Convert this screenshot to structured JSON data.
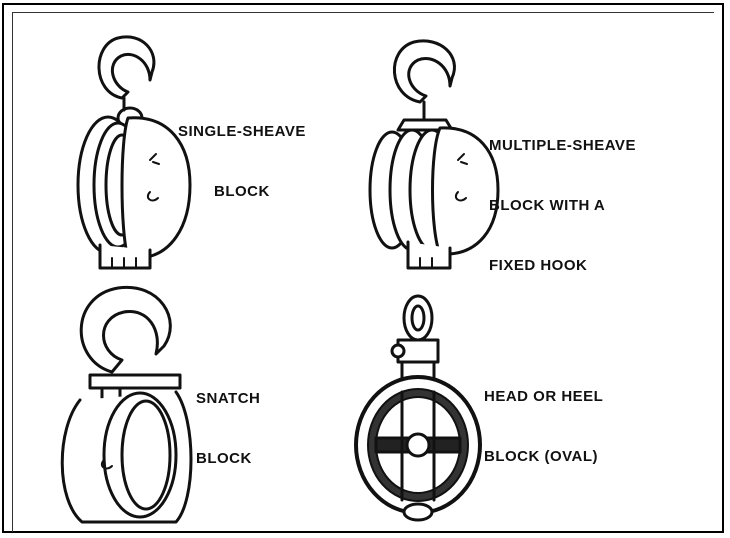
{
  "blocks": [
    {
      "id": "single",
      "lines": [
        "SINGLE-SHEAVE",
        "BLOCK"
      ]
    },
    {
      "id": "multiple",
      "lines": [
        "MULTIPLE-SHEAVE",
        "BLOCK WITH A",
        "FIXED HOOK"
      ]
    },
    {
      "id": "snatch",
      "lines": [
        "SNATCH",
        "BLOCK"
      ]
    },
    {
      "id": "head",
      "lines": [
        "HEAD OR HEEL",
        "BLOCK (OVAL)"
      ]
    }
  ]
}
